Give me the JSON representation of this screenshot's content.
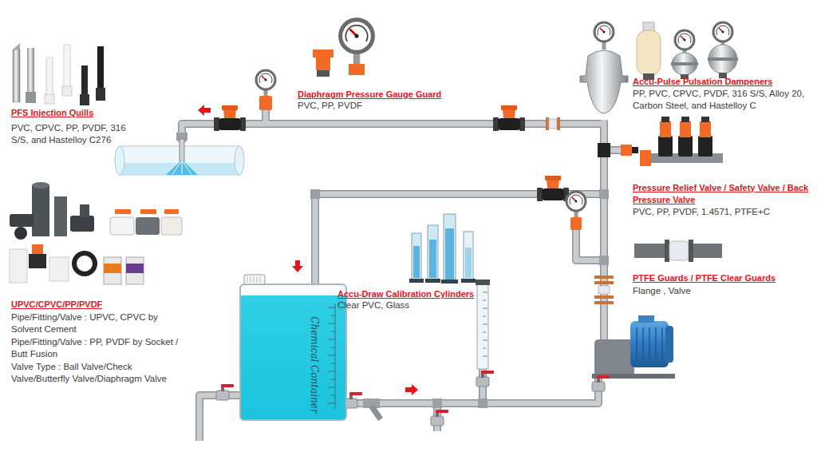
{
  "diagram": {
    "nodes": [
      {
        "text": [
          "Chemical Container"
        ]
      }
    ],
    "labels": [
      "PFS Injection Quills",
      "PVC, CPVC, PP, PVDF, 316 S/S, and Hastelloy C276",
      "Diaphragm Pressure Gauge Guard",
      "PVC, PP, PVDF",
      "Accu-Pulse Pulsation Dampeners",
      "PP, PVC, CPVC, PVDF, 316 S/S, Alloy 20, Carbon Steel, and Hastelloy C",
      "Pressure Relief Valve / Safety Valve / Back Pressure Valve",
      "PVC, PP, PVDF, 1.4571, PTFE+C",
      "PTFE Guards / PTFE Clear Guards",
      "Flange , Valve",
      "Accu-Draw Calibration Cylinders",
      "Clear PVC, Glass",
      "UPVC/CPVC/PP/PVDF",
      "Pipe/Fitting/Valve : UPVC, CPVC by Solvent Cement",
      "Pipe/Fitting/Valve : PP, PVDF by Socket / Butt Fusion",
      "Valve Type : Ball Valve/Check Valve/Butterfly Valve/Diaphragm Valve"
    ]
  }
}
